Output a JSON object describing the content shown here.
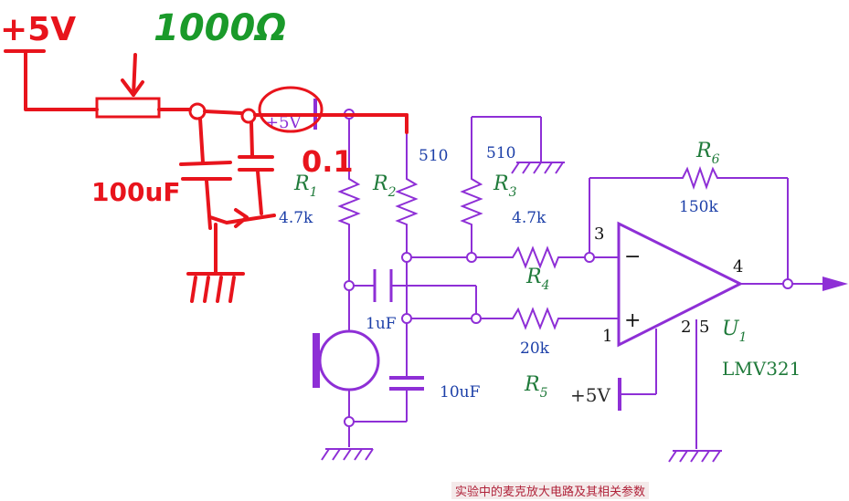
{
  "annotations": {
    "supply": "+5V",
    "pot": "1000Ω",
    "cap_large": "100uF",
    "cap_small": "0.1"
  },
  "components": {
    "r1": {
      "name": "R",
      "sub": "1",
      "value": "4.7k"
    },
    "r2": {
      "name": "R",
      "sub": "2",
      "value": "510"
    },
    "r3": {
      "name": "R",
      "sub": "3",
      "value": "510"
    },
    "r3_value2": "4.7k",
    "r4": {
      "name": "R",
      "sub": "4"
    },
    "r5": {
      "name": "R",
      "sub": "5",
      "value": "20k"
    },
    "r6": {
      "name": "R",
      "sub": "6",
      "value": "150k"
    },
    "c1": "1uF",
    "c2": "10uF",
    "u1": {
      "name": "U",
      "sub": "1",
      "part": "LMV321"
    },
    "supply_top": "+5V",
    "supply_op": "+5V"
  },
  "pins": {
    "p1": "1",
    "p2": "2",
    "p3": "3",
    "p4": "4",
    "p5": "5"
  },
  "opamp_signs": {
    "minus": "−",
    "plus": "+"
  },
  "caption": "实验中的麦克放大电路及其相关参数",
  "colors": {
    "wire": "#8e2fd6",
    "annotation_red": "#e8141c",
    "annotation_green": "#1a9a2a",
    "label_blue": "#1c3fa8",
    "label_green": "#1f7a3a"
  }
}
